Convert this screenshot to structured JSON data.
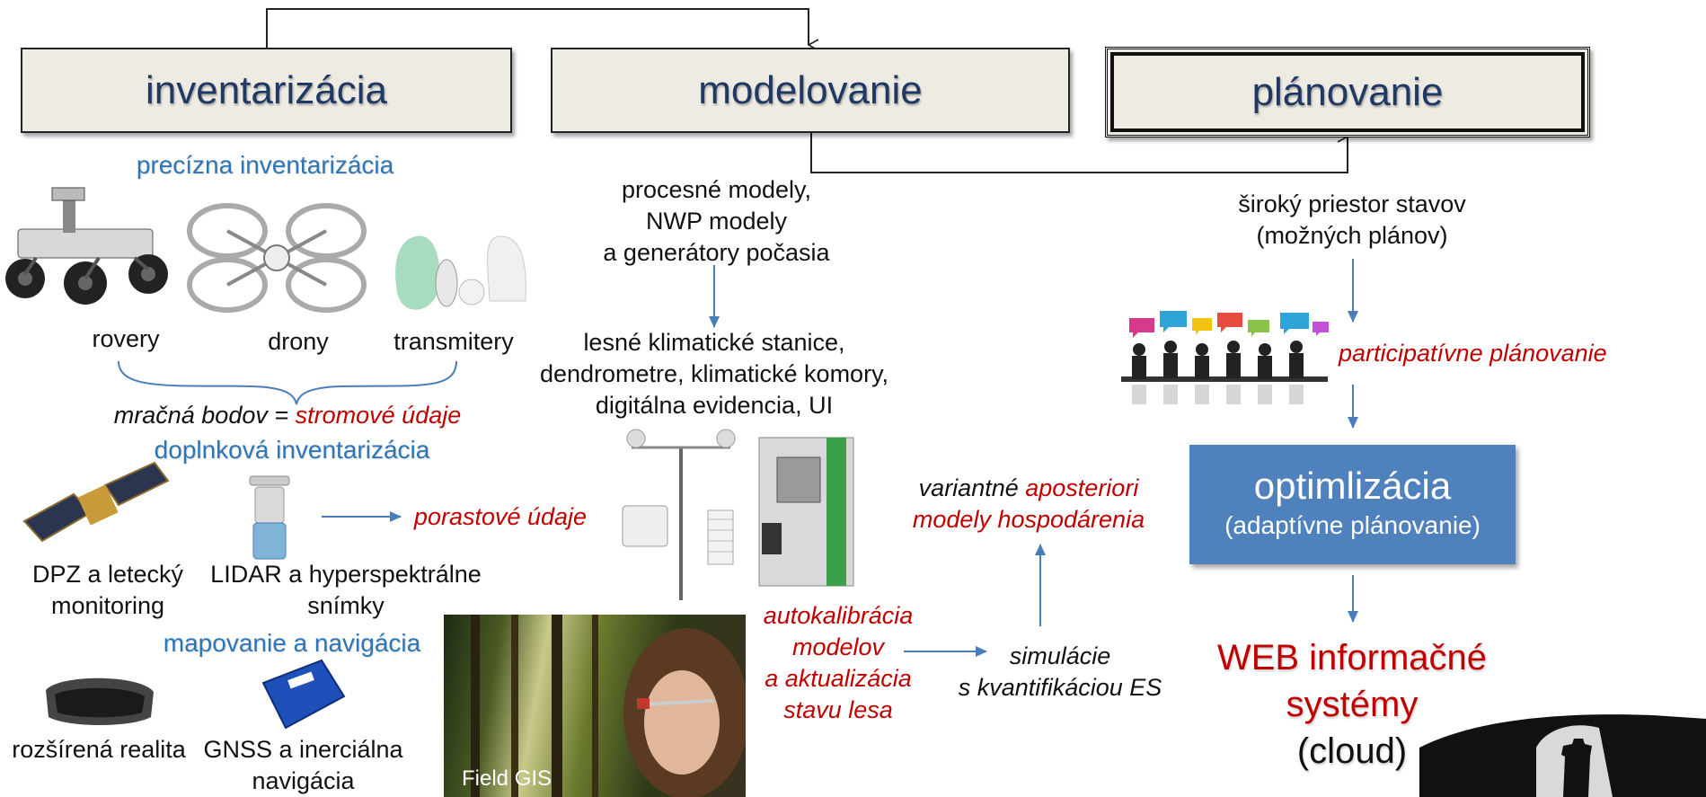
{
  "headers": {
    "inventory": "inventarizácia",
    "modeling": "modelovanie",
    "planning": "plánovanie"
  },
  "inventory": {
    "precise_title": "precízna inventarizácia",
    "device_labels": [
      "rovery",
      "drony",
      "transmitery"
    ],
    "point_cloud_prefix": "mračná bodov",
    "point_cloud_eq": " = ",
    "point_cloud_suffix": "stromové údaje",
    "supplementary_title": "doplnková inventarizácia",
    "stand_data": "porastové údaje",
    "dpz_label_1": "DPZ a letecký",
    "dpz_label_2": "monitoring",
    "lidar_label_1": "LIDAR a hyperspektrálne",
    "lidar_label_2": "snímky",
    "mapping_title": "mapovanie a navigácia",
    "ar_label": "rozšírená realita",
    "gnss_label_1": "GNSS a inerciálna",
    "gnss_label_2": "navigácia",
    "field_gis": "Field GIS"
  },
  "modeling": {
    "models_line_1": "procesné modely,",
    "models_line_2": "NWP modely",
    "models_line_3": "a generátory počasia",
    "stations_line_1": "lesné klimatické stanice,",
    "stations_line_2": "dendrometre, klimatické komory,",
    "stations_line_3": "digitálna evidencia, UI",
    "autocal_1": "autokalibrácia",
    "autocal_2": "modelov",
    "autocal_3": "a aktualizácia",
    "autocal_4": "stavu lesa",
    "variant_1a": "variantné ",
    "variant_1b": "aposteriori",
    "variant_2": "modely hospodárenia",
    "sim_1": "simulácie",
    "sim_2": "s kvantifikáciou ES"
  },
  "planning": {
    "space_1": "široký priestor stavov",
    "space_2": "(možných plánov)",
    "participative": "participatívne plánovanie",
    "opt_title": "optimlizácia",
    "opt_sub": "(adaptívne plánovanie)",
    "web_1": "WEB informačné",
    "web_2": "systémy",
    "web_3": "(cloud)"
  },
  "colors": {
    "header_fill": "#edebe2",
    "header_text": "#1f3864",
    "section_blue": "#2e75b6",
    "accent_red": "#c00000",
    "optimization_fill": "#4f81bd"
  }
}
